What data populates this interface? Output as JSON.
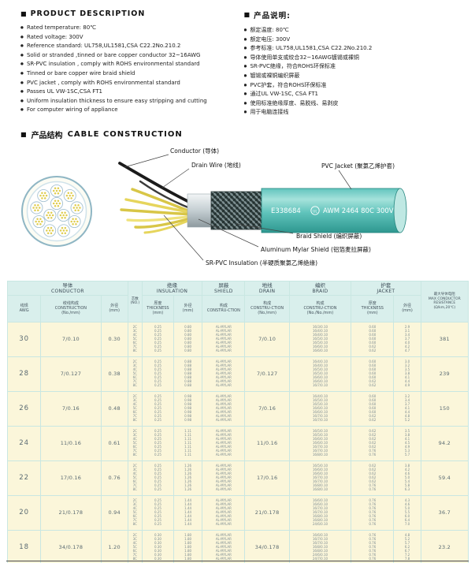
{
  "markers": {
    "bullet": "●",
    "square": "■"
  },
  "colors": {
    "accent_teal": "#2fa79e",
    "jacket_teal": "#4fbdb5",
    "row_cream": "#fbf6da",
    "header_cyan": "#d9efec"
  },
  "left_section": {
    "title": "PRODUCT DESCRIPTION",
    "bullets": [
      "Rated temperature: 80℃",
      "Rated voltage: 300V",
      "Reference standard: UL758,UL1581,CSA C22.2No.210.2",
      "Solid or stranded ,tinned or bare copper conductor 32~16AWG",
      "SR-PVC insulation , comply with ROHS environmental standard",
      "Tinned or bare copper wire braid shield",
      "PVC jacket , comply with ROHS environmental standard",
      "Passes UL VW-1SC,CSA FT1",
      "Uniform insulation thickness to ensure easy stripping and cutting",
      "For computer wiring of appliance"
    ]
  },
  "right_section": {
    "title": "产品说明:",
    "bullets": [
      "额定温度: 80℃",
      "额定电压: 300V",
      "参考标准: UL758,UL1581,CSA C22.2No.210.2",
      "导体使用单支或绞合32~16AWG镀锡或裸铜",
      "SR-PVC绝缘，符合ROHS环保标准",
      "镀锡或裸铜编织屏蔽",
      "PVC护套，符合ROHS环保标准",
      "通过UL VW-1SC, CSA FT1",
      "使用标准绝缘厚度、易脱线、易剥皮",
      "用于电脑连接线"
    ]
  },
  "construction": {
    "section_title_cn": "产品结构",
    "section_title_en": "CABLE CONSTRUCTION",
    "labels": {
      "conductor": "Conductor (导体)",
      "drain_wire": "Drain Wire (地线)",
      "pvc_jacket": "PVC Jacket (聚氯乙烯护套)",
      "braid_shield": "Braid Shield (编织屏蔽)",
      "mylar_shield": "Aluminum Mylar Shield (铝箔麦拉屏蔽)",
      "sr_pvc_insulation": "SR-PVC Insulation (半硬质聚氯乙烯绝缘)"
    },
    "marking": {
      "e_number": "E338684",
      "ul": "UL",
      "spec": "AWM 2464 80C 300V"
    }
  },
  "table": {
    "group_headers": [
      {
        "cn": "导体",
        "en": "CONDUCTOR"
      },
      {
        "cn": "绝缘",
        "en": "INSULATION"
      },
      {
        "cn": "屏蔽",
        "en": "SHIELD"
      },
      {
        "cn": "地线",
        "en": "DRAIN"
      },
      {
        "cn": "编织",
        "en": "BRAID"
      },
      {
        "cn": "护套",
        "en": "JACKET"
      }
    ],
    "cores_header": {
      "cn": "芯数",
      "unit": "(NO.)"
    },
    "resistance_header": {
      "cn": "最大导体电阻",
      "en": "MAX CONDUCTOR RESISTANCE",
      "unit": "(Ω/km,20℃)"
    },
    "sub_headers": [
      {
        "cn": "线规",
        "en": "AWG"
      },
      {
        "cn": "绞线构成",
        "en": "CONSTRUCTION",
        "unit": "(No./mm)"
      },
      {
        "cn": "外径",
        "unit": "(mm)"
      },
      {
        "cn": "厚度",
        "en": "THICKNESS",
        "unit": "(mm)"
      },
      {
        "cn": "外径",
        "unit": "(mm)"
      },
      {
        "cn": "构成",
        "en": "CONSTRU-CTION"
      },
      {
        "cn": "构成",
        "en": "CONSTRU-CTION",
        "unit": "(No./mm)"
      },
      {
        "cn": "构成",
        "en": "CONSTRU-CTION",
        "unit": "(No./No./mm)"
      },
      {
        "cn": "厚度",
        "en": "THICKNESS",
        "unit": "(mm)"
      },
      {
        "cn": "外径",
        "unit": "(mm)"
      }
    ],
    "rows": [
      {
        "awg": "30",
        "conductor_construction": "7/0.10",
        "conductor_od": "0.30",
        "cores": [
          "2C",
          "3C",
          "4C",
          "5C",
          "6C",
          "7C",
          "8C"
        ],
        "insulation_thickness": [
          "0.25",
          "0.25",
          "0.25",
          "0.25",
          "0.25",
          "0.25",
          "0.25"
        ],
        "insulation_od": [
          "0.80",
          "0.80",
          "0.80",
          "0.80",
          "0.80",
          "0.80",
          "0.80"
        ],
        "shield": [
          "AL-MYLAR",
          "AL-MYLAR",
          "AL-MYLAR",
          "AL-MYLAR",
          "AL-MYLAR",
          "AL-MYLAR",
          "AL-MYLAR"
        ],
        "drain": "7/0.10",
        "braid": [
          "16/3/0.10",
          "16/4/0.10",
          "16/4/0.10",
          "16/5/0.10",
          "16/5/0.10",
          "16/6/0.10",
          "16/6/0.10"
        ],
        "jacket_thickness": [
          "0.60",
          "0.60",
          "0.60",
          "0.60",
          "0.60",
          "0.62",
          "0.62"
        ],
        "jacket_od": [
          "2.9",
          "3.1",
          "3.4",
          "3.7",
          "4.0",
          "4.2",
          "4.7"
        ],
        "max_resistance": "381"
      },
      {
        "awg": "28",
        "conductor_construction": "7/0.127",
        "conductor_od": "0.38",
        "cores": [
          "2C",
          "3C",
          "4C",
          "5C",
          "6C",
          "7C",
          "8C"
        ],
        "insulation_thickness": [
          "0.25",
          "0.25",
          "0.25",
          "0.25",
          "0.25",
          "0.25",
          "0.25"
        ],
        "insulation_od": [
          "0.88",
          "0.88",
          "0.88",
          "0.88",
          "0.88",
          "0.88",
          "0.88"
        ],
        "shield": [
          "AL-MYLAR",
          "AL-MYLAR",
          "AL-MYLAR",
          "AL-MYLAR",
          "AL-MYLAR",
          "AL-MYLAR",
          "AL-MYLAR"
        ],
        "drain": "7/0.127",
        "braid": [
          "16/4/0.10",
          "16/4/0.10",
          "16/5/0.10",
          "16/5/0.10",
          "16/6/0.10",
          "16/6/0.10",
          "16/7/0.10"
        ],
        "jacket_thickness": [
          "0.60",
          "0.60",
          "0.60",
          "0.60",
          "0.60",
          "0.62",
          "0.62"
        ],
        "jacket_od": [
          "3.0",
          "3.2",
          "3.5",
          "3.8",
          "4.1",
          "4.4",
          "4.9"
        ],
        "max_resistance": "239"
      },
      {
        "awg": "26",
        "conductor_construction": "7/0.16",
        "conductor_od": "0.48",
        "cores": [
          "2C",
          "3C",
          "4C",
          "5C",
          "6C",
          "7C",
          "8C"
        ],
        "insulation_thickness": [
          "0.25",
          "0.25",
          "0.25",
          "0.25",
          "0.25",
          "0.25",
          "0.25"
        ],
        "insulation_od": [
          "0.98",
          "0.98",
          "0.98",
          "0.98",
          "0.98",
          "0.98",
          "0.98"
        ],
        "shield": [
          "AL-MYLAR",
          "AL-MYLAR",
          "AL-MYLAR",
          "AL-MYLAR",
          "AL-MYLAR",
          "AL-MYLAR",
          "AL-MYLAR"
        ],
        "drain": "7/0.16",
        "braid": [
          "16/4/0.10",
          "16/5/0.10",
          "16/5/0.10",
          "16/6/0.10",
          "16/6/0.10",
          "16/7/0.10",
          "16/7/0.10"
        ],
        "jacket_thickness": [
          "0.60",
          "0.60",
          "0.60",
          "0.60",
          "0.60",
          "0.62",
          "0.62"
        ],
        "jacket_od": [
          "3.2",
          "3.4",
          "3.7",
          "4.1",
          "4.4",
          "4.8",
          "5.2"
        ],
        "max_resistance": "150"
      },
      {
        "awg": "24",
        "conductor_construction": "11/0.16",
        "conductor_od": "0.61",
        "cores": [
          "2C",
          "3C",
          "4C",
          "5C",
          "6C",
          "7C",
          "8C"
        ],
        "insulation_thickness": [
          "0.25",
          "0.25",
          "0.25",
          "0.25",
          "0.25",
          "0.25",
          "0.25"
        ],
        "insulation_od": [
          "1.11",
          "1.11",
          "1.11",
          "1.11",
          "1.11",
          "1.11",
          "1.11"
        ],
        "shield": [
          "AL-MYLAR",
          "AL-MYLAR",
          "AL-MYLAR",
          "AL-MYLAR",
          "AL-MYLAR",
          "AL-MYLAR",
          "AL-MYLAR"
        ],
        "drain": "11/0.16",
        "braid": [
          "16/5/0.10",
          "16/5/0.10",
          "16/6/0.10",
          "16/6/0.10",
          "16/7/0.10",
          "16/7/0.10",
          "16/8/0.10"
        ],
        "jacket_thickness": [
          "0.62",
          "0.62",
          "0.62",
          "0.62",
          "0.62",
          "0.76",
          "0.76"
        ],
        "jacket_od": [
          "3.5",
          "3.8",
          "4.1",
          "4.5",
          "4.9",
          "5.3",
          "5.7"
        ],
        "max_resistance": "94.2"
      },
      {
        "awg": "22",
        "conductor_construction": "17/0.16",
        "conductor_od": "0.76",
        "cores": [
          "2C",
          "3C",
          "4C",
          "5C",
          "6C",
          "7C",
          "8C"
        ],
        "insulation_thickness": [
          "0.25",
          "0.25",
          "0.25",
          "0.25",
          "0.25",
          "0.25",
          "0.25"
        ],
        "insulation_od": [
          "1.26",
          "1.26",
          "1.26",
          "1.26",
          "1.26",
          "1.26",
          "1.26"
        ],
        "shield": [
          "AL-MYLAR",
          "AL-MYLAR",
          "AL-MYLAR",
          "AL-MYLAR",
          "AL-MYLAR",
          "AL-MYLAR",
          "AL-MYLAR"
        ],
        "drain": "17/0.16",
        "braid": [
          "16/5/0.10",
          "16/6/0.10",
          "16/6/0.10",
          "16/7/0.10",
          "16/7/0.10",
          "16/8/0.10",
          "16/8/0.10"
        ],
        "jacket_thickness": [
          "0.62",
          "0.62",
          "0.62",
          "0.62",
          "0.62",
          "0.76",
          "0.76"
        ],
        "jacket_od": [
          "3.8",
          "4.2",
          "4.6",
          "5.0",
          "5.4",
          "5.8",
          "6.3"
        ],
        "max_resistance": "59.4"
      },
      {
        "awg": "20",
        "conductor_construction": "21/0.178",
        "conductor_od": "0.94",
        "cores": [
          "2C",
          "3C",
          "4C",
          "5C",
          "6C",
          "7C",
          "8C"
        ],
        "insulation_thickness": [
          "0.25",
          "0.25",
          "0.25",
          "0.25",
          "0.25",
          "0.25",
          "0.25"
        ],
        "insulation_od": [
          "1.44",
          "1.44",
          "1.44",
          "1.44",
          "1.44",
          "1.44",
          "1.44"
        ],
        "shield": [
          "AL-MYLAR",
          "AL-MYLAR",
          "AL-MYLAR",
          "AL-MYLAR",
          "AL-MYLAR",
          "AL-MYLAR",
          "AL-MYLAR"
        ],
        "drain": "21/0.178",
        "braid": [
          "16/6/0.10",
          "16/6/0.10",
          "16/7/0.10",
          "16/7/0.10",
          "16/8/0.10",
          "16/8/0.10",
          "24/6/0.10"
        ],
        "jacket_thickness": [
          "0.76",
          "0.76",
          "0.76",
          "0.76",
          "0.76",
          "0.76",
          "0.76"
        ],
        "jacket_od": [
          "4.3",
          "4.6",
          "5.0",
          "5.5",
          "6.0",
          "6.4",
          "7.0"
        ],
        "max_resistance": "36.7"
      },
      {
        "awg": "18",
        "conductor_construction": "34/0.178",
        "conductor_od": "1.20",
        "cores": [
          "2C",
          "3C",
          "4C",
          "5C",
          "6C",
          "7C",
          "8C"
        ],
        "insulation_thickness": [
          "0.30",
          "0.30",
          "0.30",
          "0.30",
          "0.30",
          "0.30",
          "0.30"
        ],
        "insulation_od": [
          "1.80",
          "1.80",
          "1.80",
          "1.80",
          "1.80",
          "1.80",
          "1.80"
        ],
        "shield": [
          "AL-MYLAR",
          "AL-MYLAR",
          "AL-MYLAR",
          "AL-MYLAR",
          "AL-MYLAR",
          "AL-MYLAR",
          "AL-MYLAR"
        ],
        "drain": "34/0.178",
        "braid": [
          "16/6/0.10",
          "16/7/0.10",
          "16/7/0.10",
          "16/8/0.10",
          "16/8/0.10",
          "24/6/0.10",
          "24/7/0.10"
        ],
        "jacket_thickness": [
          "0.76",
          "0.76",
          "0.76",
          "0.76",
          "0.76",
          "0.76",
          "0.76"
        ],
        "jacket_od": [
          "4.8",
          "5.2",
          "5.7",
          "6.2",
          "6.7",
          "7.2",
          "7.8"
        ],
        "max_resistance": "23.2"
      }
    ]
  }
}
